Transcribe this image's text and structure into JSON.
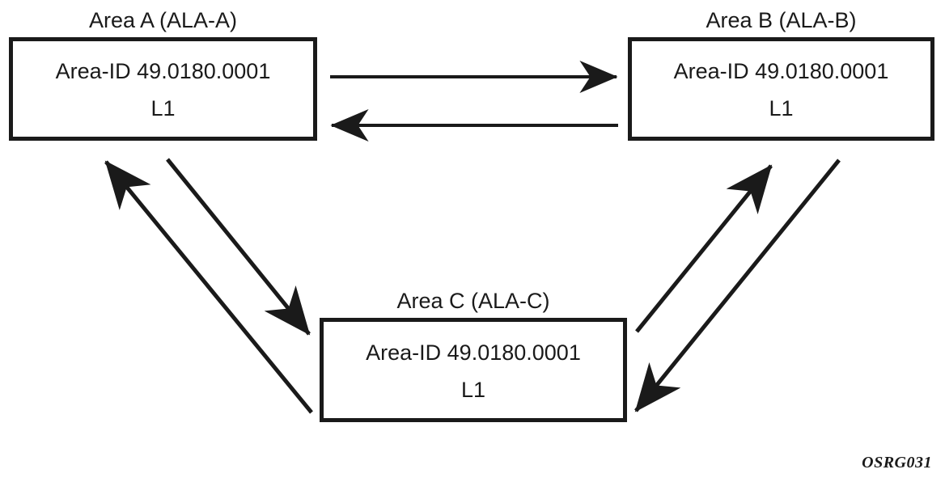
{
  "figure": {
    "caption": "OSRG031",
    "background_color": "#ffffff",
    "stroke_color": "#1a1a1a"
  },
  "nodes": [
    {
      "id": "area-a",
      "title": "Area A (ALA-A)",
      "area_id": "Area-ID 49.0180.0001",
      "level": "L1"
    },
    {
      "id": "area-b",
      "title": "Area B (ALA-B)",
      "area_id": "Area-ID 49.0180.0001",
      "level": "L1"
    },
    {
      "id": "area-c",
      "title": "Area C (ALA-C)",
      "area_id": "Area-ID 49.0180.0001",
      "level": "L1"
    }
  ],
  "connections": [
    {
      "id": "a-to-b",
      "from": "area-a",
      "to": "area-b",
      "direction": "right"
    },
    {
      "id": "b-to-a",
      "from": "area-b",
      "to": "area-a",
      "direction": "left"
    },
    {
      "id": "a-to-c",
      "from": "area-a",
      "to": "area-c",
      "direction": "down-right"
    },
    {
      "id": "c-to-a",
      "from": "area-c",
      "to": "area-a",
      "direction": "up-left"
    },
    {
      "id": "c-to-b",
      "from": "area-c",
      "to": "area-b",
      "direction": "up-right"
    },
    {
      "id": "b-to-c",
      "from": "area-b",
      "to": "area-c",
      "direction": "down-left"
    }
  ]
}
